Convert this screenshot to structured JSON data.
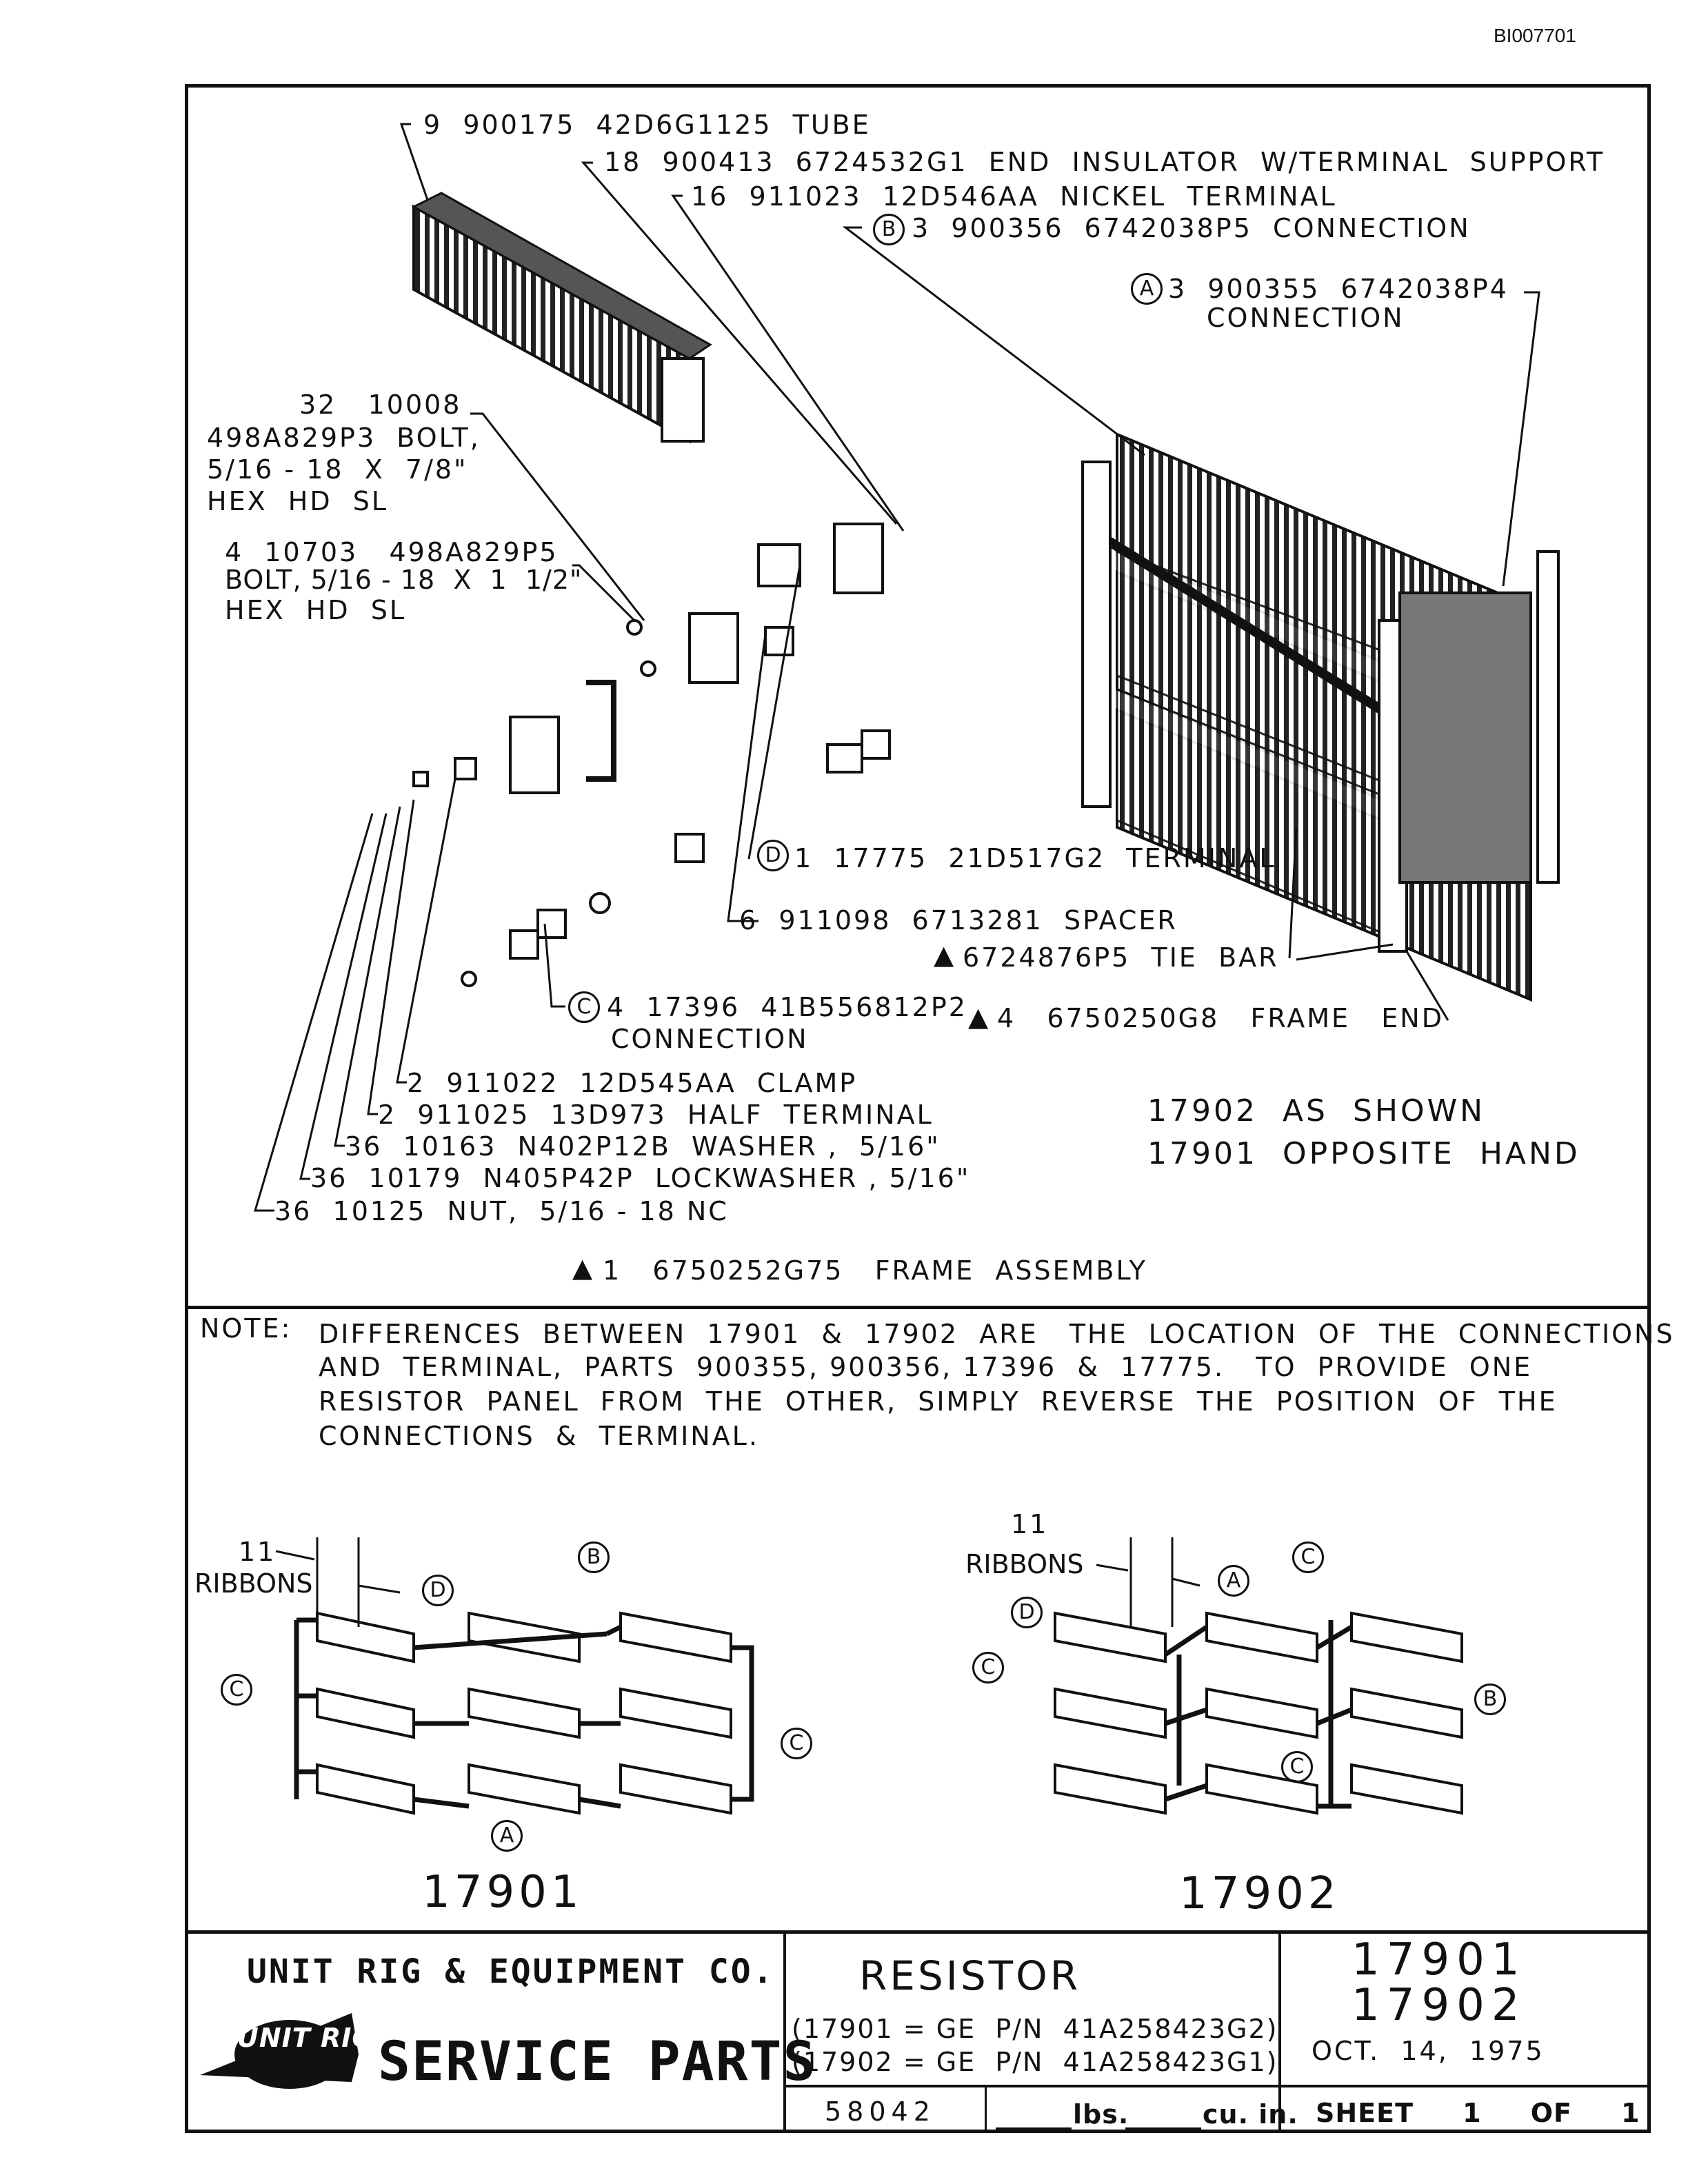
{
  "doc_id": "BI007701",
  "callouts": {
    "tube": "9  900175  42D6G1125  TUBE",
    "end_insulator": "18  900413  6724532G1  END  INSULATOR  W/TERMINAL  SUPPORT",
    "nickel_terminal": "16  911023  12D546AA  NICKEL  TERMINAL",
    "b_connection": "3  900356  6742038P5  CONNECTION",
    "a_connection_1": "3  900355  6742038P4",
    "a_connection_2": "CONNECTION",
    "bolt_long_1": "32   10008",
    "bolt_long_2": "498A829P3  BOLT,",
    "bolt_long_3": "5/16 - 18  X  7/8\"",
    "bolt_long_4": "HEX  HD  SL",
    "bolt_short_1": "4  10703   498A829P5",
    "bolt_short_2": "BOLT, 5/16 - 18  X  1  1/2\"",
    "bolt_short_3": "HEX  HD  SL",
    "d_terminal": "1  17775  21D517G2  TERMINAL",
    "spacer": "6  911098  6713281  SPACER",
    "tie_bar": "6724876P5  TIE  BAR",
    "c_connection_1": "4  17396  41B556812P2",
    "c_connection_2": "CONNECTION",
    "frame_end": "4   6750250G8   FRAME   END",
    "clamp": "2  911022  12D545AA  CLAMP",
    "half_terminal": "2  911025  13D973  HALF  TERMINAL",
    "washer": "36  10163  N402P12B  WASHER ,  5/16\"",
    "lockwasher": "36  10179  N405P42P  LOCKWASHER , 5/16\"",
    "nut": "36  10125  NUT,  5/16 - 18 NC",
    "frame_assembly": "1   6750252G75   FRAME  ASSEMBLY",
    "as_shown": "17902  AS  SHOWN",
    "opposite": "17901  OPPOSITE  HAND"
  },
  "markers": {
    "a": "A",
    "b": "B",
    "c": "C",
    "d": "D"
  },
  "note": {
    "label": "NOTE:",
    "line1": "DIFFERENCES  BETWEEN  17901  &  17902  ARE   THE  LOCATION  OF  THE  CONNECTIONS",
    "line2": "AND  TERMINAL,  PARTS  900355, 900356, 17396  &  17775.   TO  PROVIDE  ONE",
    "line3": "RESISTOR  PANEL  FROM  THE  OTHER,  SIMPLY  REVERSE  THE  POSITION  OF  THE",
    "line4": "CONNECTIONS  &  TERMINAL."
  },
  "schematics": {
    "ribbons_count": "11",
    "ribbons_label": "RIBBONS",
    "left_title": "17901",
    "right_title": "17902"
  },
  "title_block": {
    "company": "UNIT RIG & EQUIPMENT CO.",
    "logo_text": "UNIT RIG",
    "service_parts": "SERVICE PARTS",
    "part_name": "RESISTOR",
    "ge_1": "(17901 = GE  P/N  41A258423G2)",
    "ge_2": "(17902 = GE  P/N  41A258423G1)",
    "number": "58042",
    "lbs": "lbs.",
    "cuin": "cu. in.",
    "model_1": "17901",
    "model_2": "17902",
    "date": "OCT.  14,  1975",
    "sheet": "SHEET     1     OF     1"
  }
}
